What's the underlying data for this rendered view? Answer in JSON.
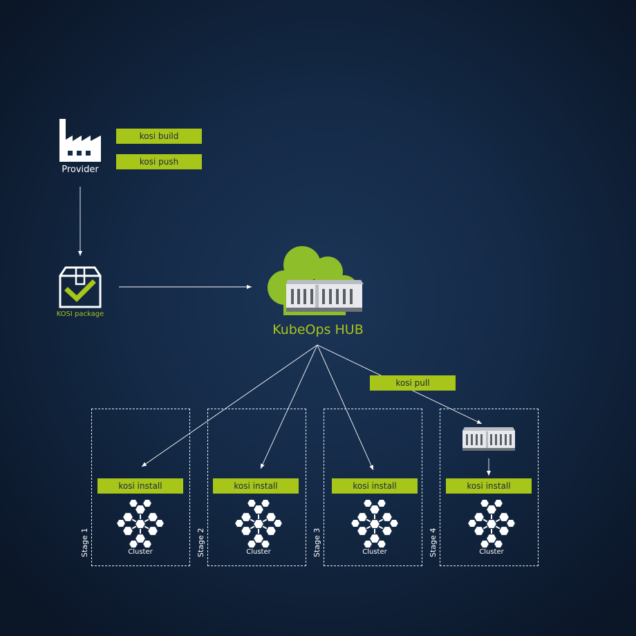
{
  "provider": {
    "label": "Provider",
    "icon": "factory-icon"
  },
  "commands": {
    "build": "kosi build",
    "push": "kosi  push",
    "pull": "kosi  pull",
    "install": "kosi install"
  },
  "package": {
    "label": "KOSI package",
    "icon": "package-check-icon"
  },
  "hub": {
    "label": "KubeOps HUB",
    "icon": "cloud-container-icon"
  },
  "stages": [
    {
      "label": "Stage 1",
      "cluster": "Cluster"
    },
    {
      "label": "Stage 2",
      "cluster": "Cluster"
    },
    {
      "label": "Stage 3",
      "cluster": "Cluster"
    },
    {
      "label": "Stage 4",
      "cluster": "Cluster"
    }
  ],
  "colors": {
    "accent": "#a8c51a",
    "background": "#142a47",
    "text": "#ffffff"
  }
}
